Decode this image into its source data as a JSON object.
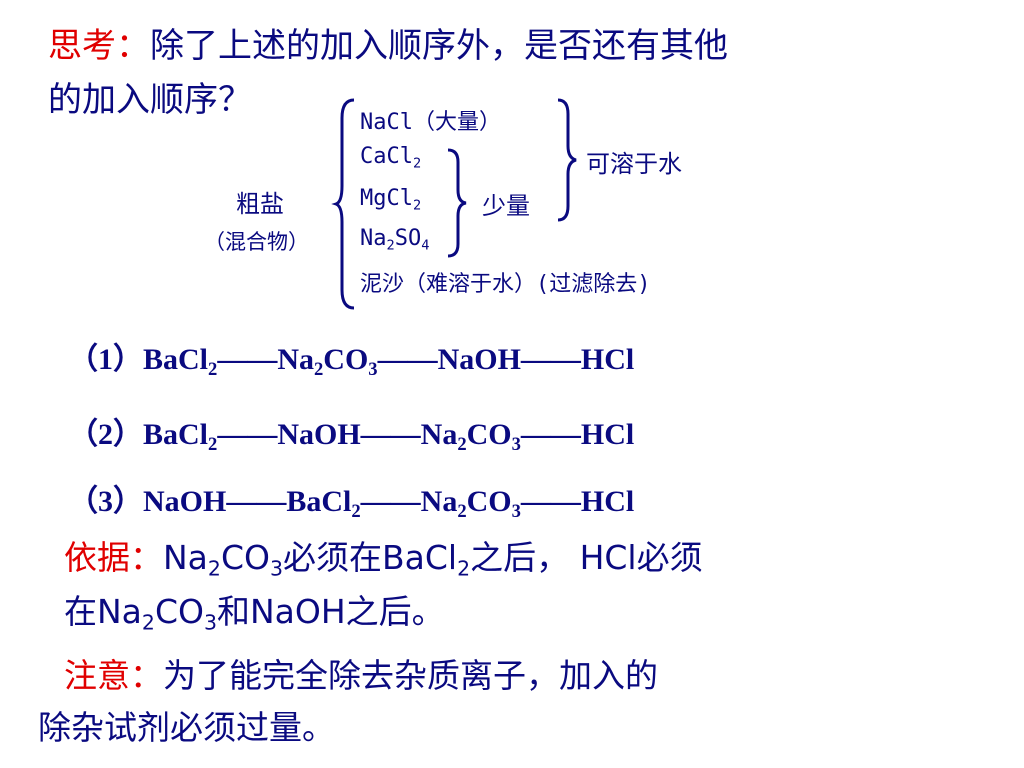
{
  "question": {
    "label": "思考：",
    "line1": "除了上述的加入顺序外，是否还有其他",
    "line2": "的加入顺序？"
  },
  "crude_salt": {
    "name": "粗盐",
    "note": "（混合物）",
    "components": {
      "nacl": "NaCl（大量）",
      "cacl2": [
        "CaCl",
        "2"
      ],
      "mgcl2": [
        "MgCl",
        "2"
      ],
      "na2so4": [
        "Na",
        "2",
        "SO",
        "4"
      ],
      "sand": "泥沙（难溶于水）(过滤除去)"
    },
    "soluble_label": "可溶于水",
    "small_amount_label": "少量"
  },
  "sequences": [
    {
      "prefix": "（1）",
      "steps": [
        "BaCl2",
        "Na2CO3",
        "NaOH",
        "HCl"
      ]
    },
    {
      "prefix": "（2）",
      "steps": [
        "BaCl2",
        "NaOH",
        "Na2CO3",
        "HCl"
      ]
    },
    {
      "prefix": "（3）",
      "steps": [
        "NaOH",
        "BaCl2",
        "Na2CO3",
        "HCl"
      ]
    }
  ],
  "separator": "——",
  "basis": {
    "label": "依据：",
    "t1": "Na",
    "s1": "2",
    "t2": "CO",
    "s2": "3",
    "t3": "必须在BaCl",
    "s3": "2",
    "t4": "之后， HCl必须",
    "t5": "在Na",
    "s4": "2",
    "t6": "CO",
    "s5": "3",
    "t7": "和NaOH之后。"
  },
  "note": {
    "label": "注意：",
    "line1": "为了能完全除去杂质离子，加入的",
    "line2": "除杂试剂必须过量。"
  },
  "colors": {
    "text": "#0a0a80",
    "accent": "#e00000"
  }
}
